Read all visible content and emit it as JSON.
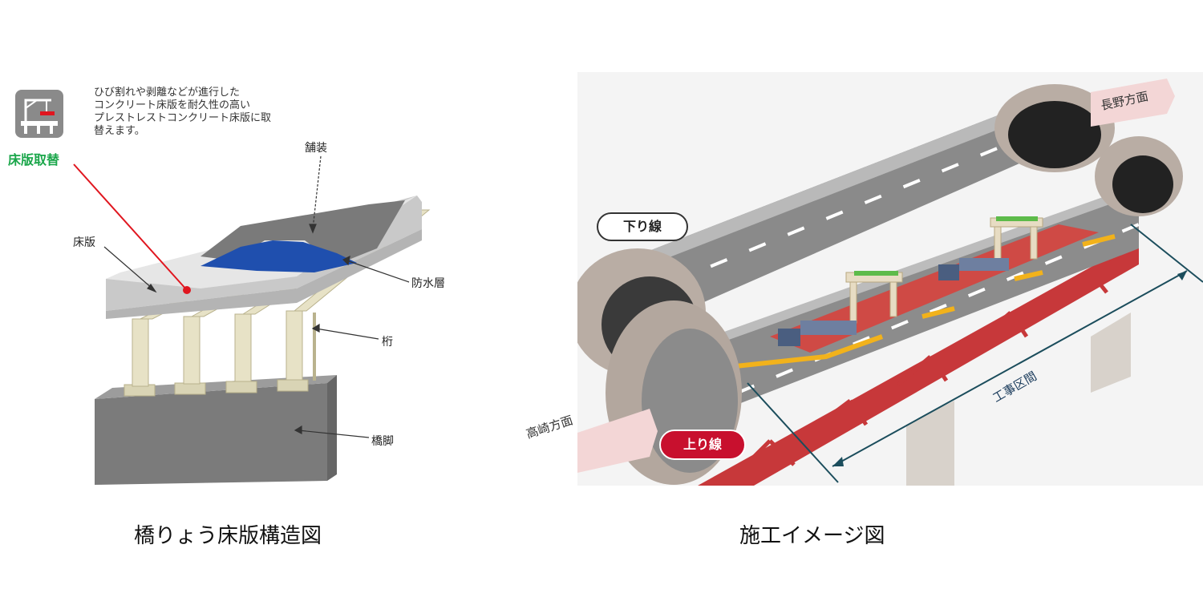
{
  "left_figure": {
    "icon_label": "床版取替",
    "note": "ひび割れや剥離などが進行した\nコンクリート床版を耐久性の高い\nプレストレストコンクリート床版に取\n替えます。",
    "labels": {
      "pavement": "舗装",
      "deck_slab": "床版",
      "waterproof_layer": "防水層",
      "girder": "桁",
      "pier": "橋脚"
    },
    "caption": "橋りょう床版構造図"
  },
  "right_figure": {
    "down_line": "下り線",
    "up_line": "上り線",
    "nagano": "長野方面",
    "takasaki": "高崎方面",
    "construction_section": "工事区間",
    "caption": "施工イメージ図"
  },
  "colors": {
    "accent_green": "#1aa64a",
    "pointer_red": "#e0161f",
    "waterproof_blue": "#1f4fae",
    "truss_red": "#c7383a",
    "lane_red": "#cf4a45",
    "up_line_badge": "#c8102e"
  }
}
